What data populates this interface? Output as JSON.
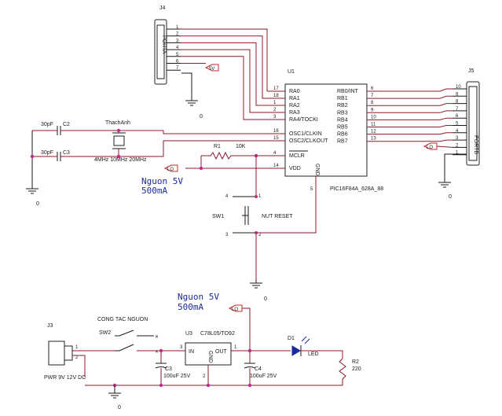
{
  "u1": {
    "ref": "U1",
    "part": "PIC16F84A_628A_88",
    "left_pins": [
      {
        "num": "17",
        "name": "RA0"
      },
      {
        "num": "18",
        "name": "RA1"
      },
      {
        "num": "1",
        "name": "RA2"
      },
      {
        "num": "2",
        "name": "RA3"
      },
      {
        "num": "3",
        "name": "RA4/TOCKI"
      },
      {
        "num": "16",
        "name": "OSC1/CLKIN"
      },
      {
        "num": "15",
        "name": "OSC2/CLKOUT"
      },
      {
        "num": "4",
        "name": "MCLR"
      },
      {
        "num": "14",
        "name": "VDD"
      }
    ],
    "right_pins": [
      {
        "num": "6",
        "name": "RB0/INT"
      },
      {
        "num": "7",
        "name": "RB1"
      },
      {
        "num": "8",
        "name": "RB2"
      },
      {
        "num": "9",
        "name": "RB3"
      },
      {
        "num": "10",
        "name": "RB4"
      },
      {
        "num": "11",
        "name": "RB5"
      },
      {
        "num": "12",
        "name": "RB6"
      },
      {
        "num": "13",
        "name": "RB7"
      }
    ],
    "gnd_label": "GND",
    "gnd_pin": "5"
  },
  "j4": {
    "ref": "J4",
    "label": "PORTA",
    "pins": [
      "1",
      "2",
      "3",
      "4",
      "5",
      "6",
      "7"
    ],
    "net_pin6": "5V"
  },
  "j5": {
    "ref": "J5",
    "label": "PORTB",
    "pins": [
      "10",
      "9",
      "8",
      "7",
      "6",
      "5",
      "4",
      "3",
      "2",
      "1"
    ],
    "net_pin2": "LO"
  },
  "crystal": {
    "name": "ThachAnh",
    "freqs": "4MHz 10MHz 20MHz",
    "c2": "C2",
    "c2_val": "30pF",
    "c3": "C3",
    "c3_val": "30pF"
  },
  "reset": {
    "r1": "R1",
    "r1_val": "10K",
    "vdd_net": "LO",
    "sw_ref": "SW1",
    "sw_label": "NUT RESET",
    "pin_a": "4",
    "pin_b": "3",
    "pin_c": "1",
    "pin_d": "2"
  },
  "power_note_1": {
    "line1": "Nguon 5V",
    "line2": "500mA"
  },
  "power_note_2": {
    "line1": "Nguon 5V",
    "line2": "500mA"
  },
  "supply": {
    "j3": "J3",
    "j3_label": "PWR 9V 12V DC",
    "j3_pin1": "1",
    "j3_pin2": "2",
    "sw2": "SW2",
    "sw2_label": "CONG TAC NGUON",
    "u3": "U3",
    "u3_part": "C78L05/TO92",
    "u3_in": "IN",
    "u3_out": "OUT",
    "u3_gnd": "GND",
    "u3_pin_in": "3",
    "u3_pin_out": "1",
    "u3_pin_gnd": "2",
    "c3": "C3",
    "c3_val": "100uF 25V",
    "c4": "C4",
    "c4_val": "100uF 25V",
    "d1": "D1",
    "d1_label": "LED",
    "r2": "R2",
    "r2_val": "220",
    "out_net": "LO"
  },
  "grounds": [
    "0",
    "0",
    "0",
    "0",
    "0"
  ],
  "colors": {
    "wire": "#8b1a2a",
    "note": "#1b2a9a",
    "junction": "#c02a8a",
    "net_port": "#c02a2a"
  }
}
